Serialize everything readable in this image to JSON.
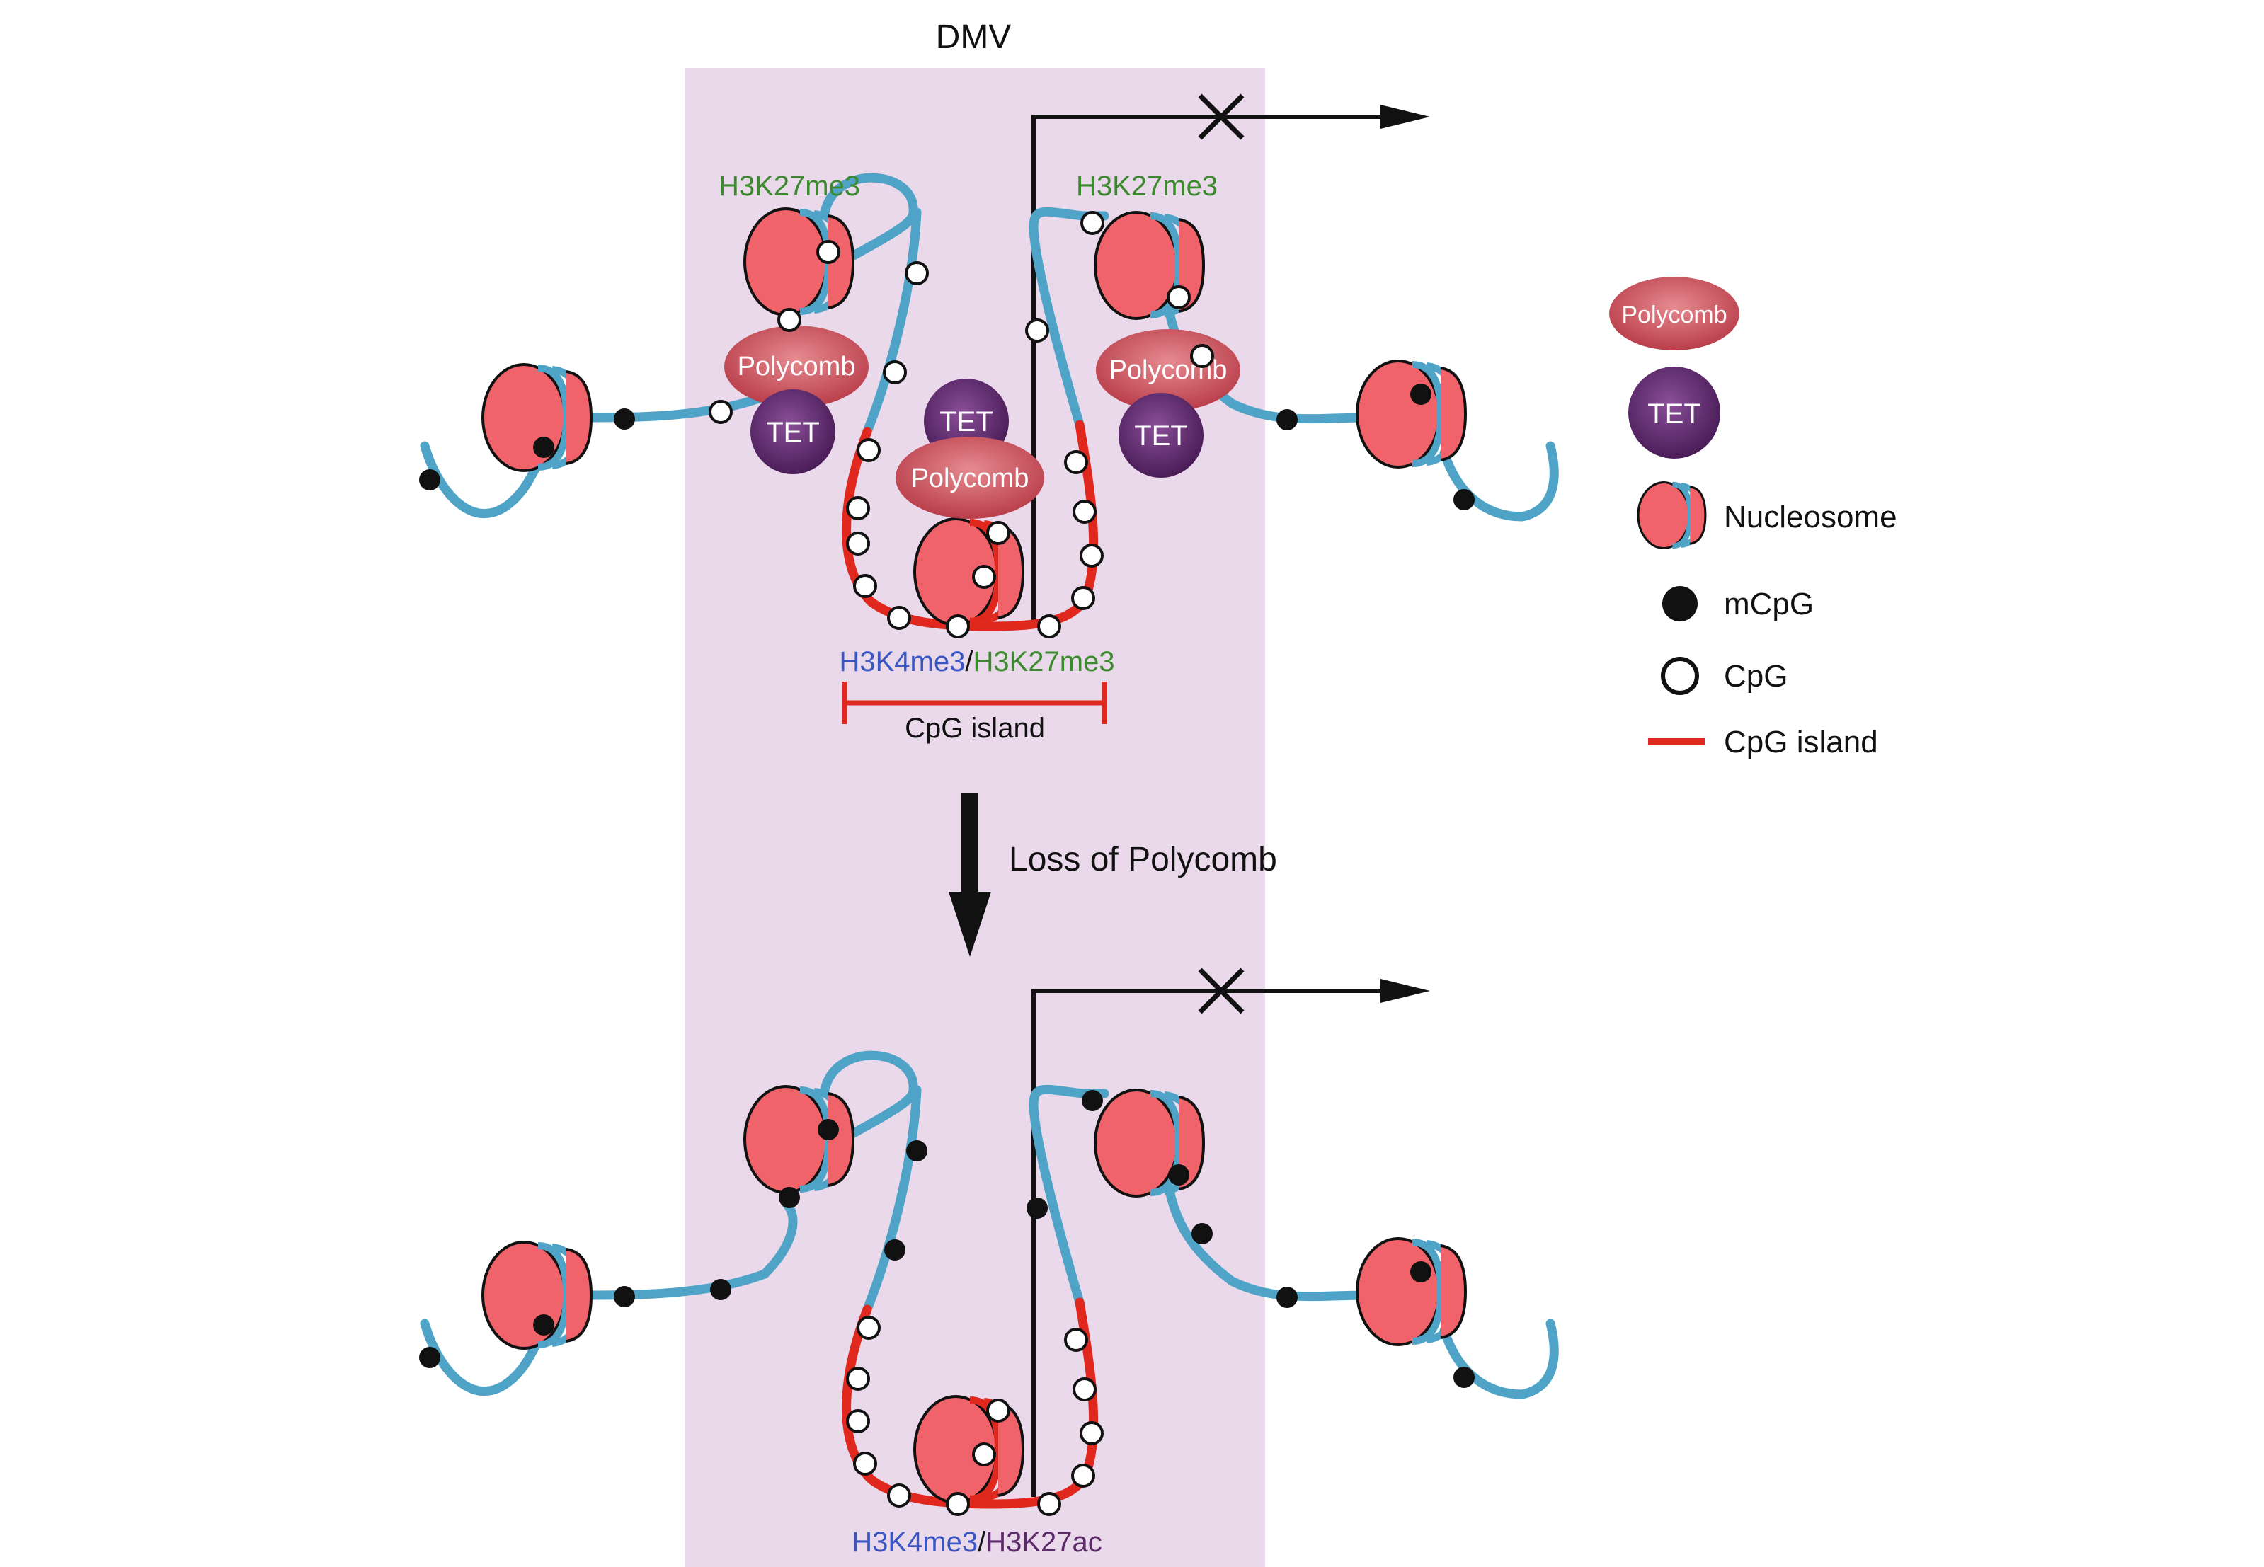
{
  "title": "DMV",
  "colors": {
    "dmv_shade": "#ead9ea",
    "linker_dna": "#4fa3c7",
    "cpg_island": "#e0281e",
    "nucleosome_fill": "#f0636a",
    "polycomb_fill": "#c9515a",
    "tet_fill": "#5d2b6e",
    "h3k27me3_text": "#3c8a2e",
    "h3k4me3_text": "#3a56c4",
    "h3k27ac_text": "#5c2a6a",
    "arrow": "#111111"
  },
  "top_panel": {
    "label_h3k27me3_left": "H3K27me3",
    "label_h3k27me3_right": "H3K27me3",
    "label_center_a": "H3K4me3",
    "label_center_sep": "/",
    "label_center_b": "H3K27me3",
    "cpg_island_bracket_label": "CpG island",
    "polycomb_label": "Polycomb",
    "tet_label": "TET"
  },
  "transition": {
    "arrow_label": "Loss of Polycomb"
  },
  "bottom_panel": {
    "label_center_a": "H3K4me3",
    "label_center_sep": "/",
    "label_center_b": "H3K27ac"
  },
  "legend": {
    "items": [
      {
        "icon": "polycomb-icon",
        "label": "Polycomb"
      },
      {
        "icon": "tet-icon",
        "label": "TET"
      },
      {
        "icon": "nucleosome-icon",
        "label": "Nucleosome"
      },
      {
        "icon": "mcpg-icon",
        "label": "mCpG"
      },
      {
        "icon": "cpg-icon",
        "label": "CpG"
      },
      {
        "icon": "cpg-island-icon",
        "label": "CpG island"
      }
    ]
  }
}
